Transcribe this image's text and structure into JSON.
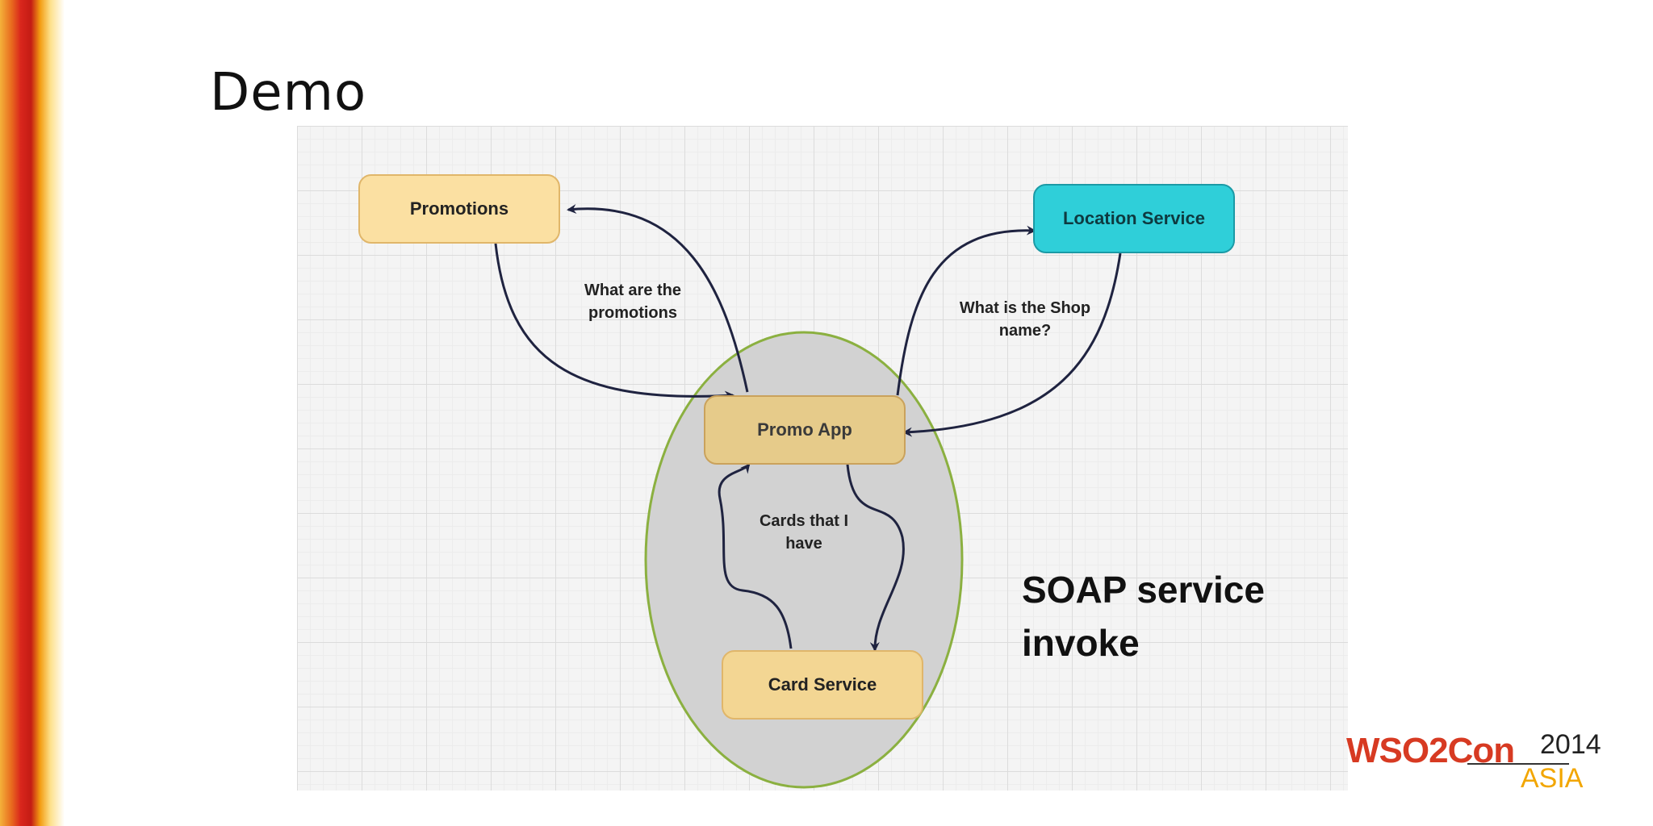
{
  "slide": {
    "title": "Demo",
    "callout_lines": [
      "SOAP service",
      "invoke"
    ]
  },
  "diagram": {
    "nodes": {
      "promotions": "Promotions",
      "location_service": "Location Service",
      "promo_app": "Promo App",
      "card_service": "Card Service"
    },
    "edge_labels": {
      "promotions_query": [
        "What are the",
        "promotions"
      ],
      "shop_name_query": [
        "What is the Shop",
        "name?"
      ],
      "cards_query": [
        "Cards that I",
        "have"
      ]
    }
  },
  "logo": {
    "brand": "WSO2Con",
    "year": "2014",
    "region": "ASIA"
  },
  "colors": {
    "node_yellow": "#fbe0a2",
    "node_tan": "#e6cb8a",
    "node_cyan": "#2fcfd9",
    "ellipse_fill": "#d2d2d2",
    "ellipse_stroke": "#8bb040",
    "edge": "#1f2340",
    "stripe_red": "#d9261c",
    "stripe_orange": "#f39c12"
  }
}
